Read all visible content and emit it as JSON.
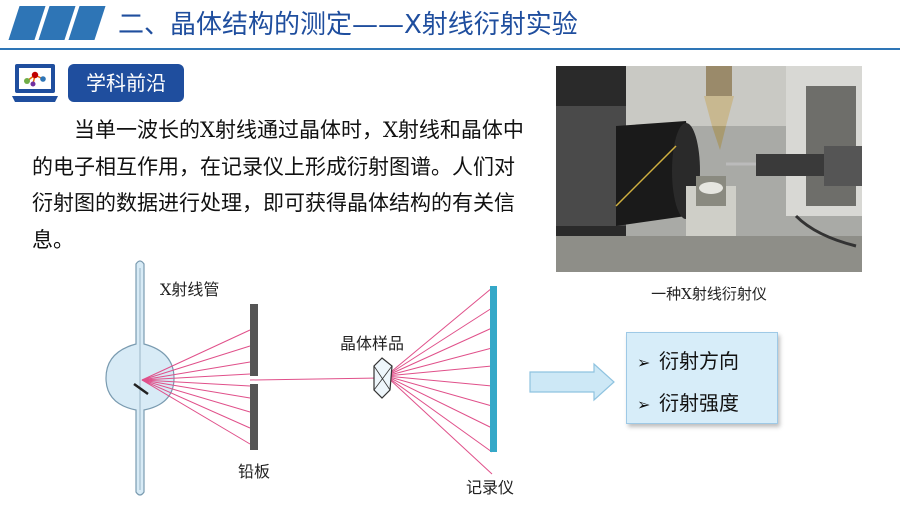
{
  "header": {
    "title": "二、晶体结构的测定——X射线衍射实验"
  },
  "section_tag": {
    "label": "学科前沿"
  },
  "paragraph": "当单一波长的X射线通过晶体时，X射线和晶体中的电子相互作用，在记录仪上形成衍射图谱。人们对衍射图的数据进行处理，即可获得晶体结构的有关信息。",
  "photo": {
    "caption": "一种X射线衍射仪"
  },
  "diagram": {
    "tube_label": "X射线管",
    "lead_label": "铅板",
    "sample_label": "晶体样品",
    "recorder_label": "记录仪"
  },
  "results": {
    "items": [
      "衍射方向",
      "衍射强度"
    ],
    "bullet": "➢"
  },
  "colors": {
    "accent": "#1f4e9e",
    "stripe": "#2e75b6",
    "ray": "#e0508a",
    "recorder": "#35a8c8"
  }
}
